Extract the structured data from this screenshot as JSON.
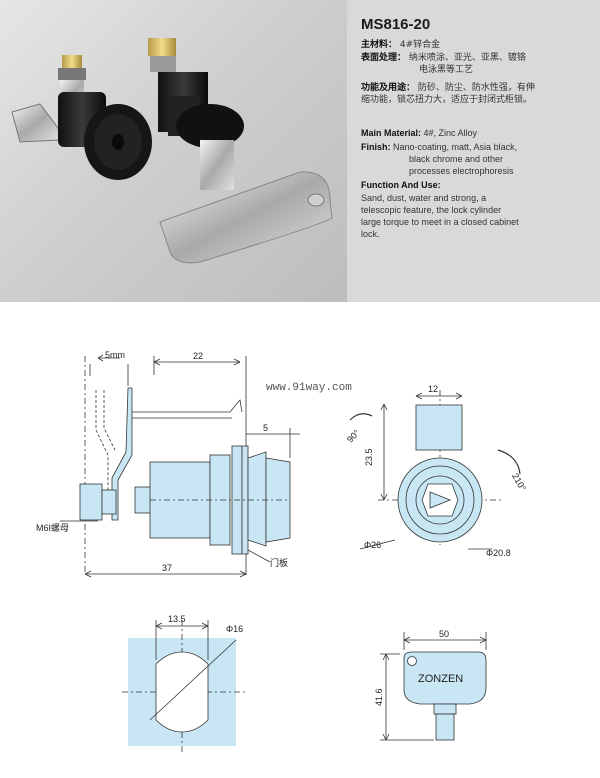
{
  "spec": {
    "model": "MS816-20",
    "cn_material_label": "主材料：",
    "cn_material_value": "4#锌合金",
    "cn_finish_label": "表面处理：",
    "cn_finish_value_1": "纳米喷涂、亚光、亚黑、镀铬",
    "cn_finish_value_2": "电泳黑等工艺",
    "cn_function_label": "功能及用途：",
    "cn_function_value_1": "防砂、防尘、防水性强，有伸",
    "cn_function_value_2": "缩功能，锁芯扭力大，适应于封闭式柜锁。",
    "en_material_label": "Main Material:",
    "en_material_value": "4#, Zinc Alloy",
    "en_finish_label": "Finish:",
    "en_finish_value_1": "Nano-coating, matt, Asia black,",
    "en_finish_value_2": "black chrome and other",
    "en_finish_value_3": "processes electrophoresis",
    "en_function_label": "Function And Use:",
    "en_function_value_1": "Sand, dust, water and strong, a",
    "en_function_value_2": "telescopic feature, the lock cylinder",
    "en_function_value_3": "large torque to meet in a closed cabinet",
    "en_function_value_4": "lock."
  },
  "watermark": "www.91way.com",
  "side_view": {
    "dim_5mm": "5mm",
    "dim_22": "22",
    "dim_5": "5",
    "dim_37": "37",
    "nut_label": "M6I螺母",
    "panel_label": "门板"
  },
  "front_view": {
    "dim_12": "12",
    "dim_23_5": "23.5",
    "angle_90": "90°",
    "angle_210": "210°",
    "dia_26": "Φ26",
    "dia_20_8": "Φ20.8"
  },
  "cutout_view": {
    "dim_13_5": "13.5",
    "dia_16": "Φ16"
  },
  "key_view": {
    "dim_50": "50",
    "dim_41_6": "41.6",
    "brand": "ZONZEN"
  },
  "colors": {
    "part_fill": "#c9e6f5",
    "line": "#333333",
    "photo_bg": "#cfcfcf",
    "spec_bg": "#d9d9d9"
  }
}
